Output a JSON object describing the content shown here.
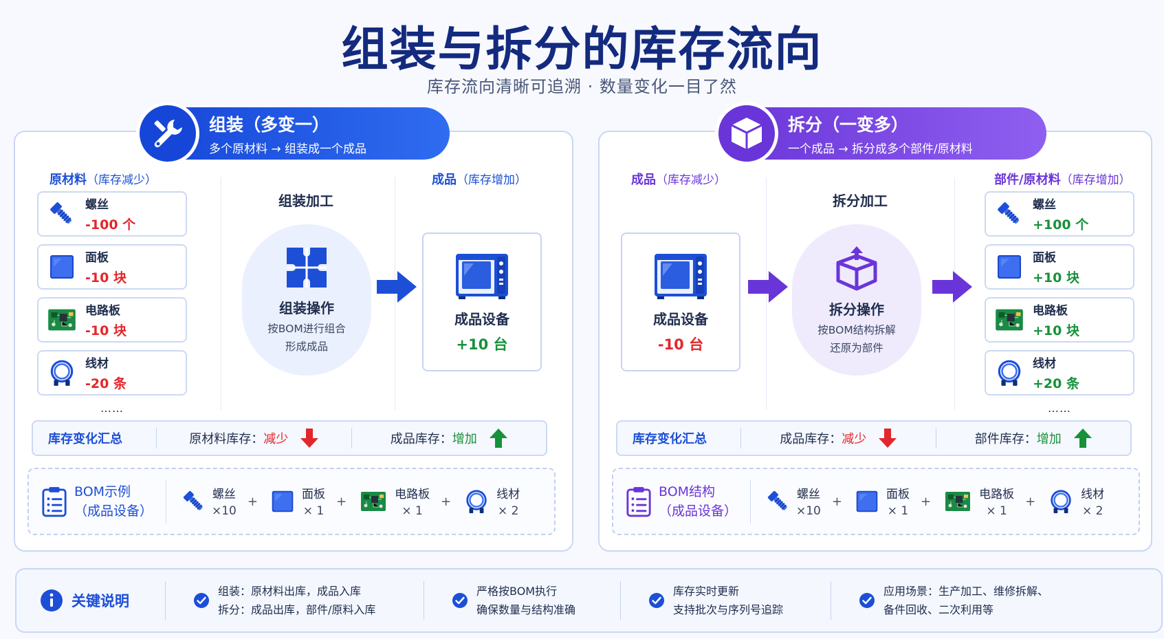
{
  "title": "组装与拆分的库存流向",
  "subtitle": "库存流向清晰可追溯 · 数量变化一目了然",
  "colors": {
    "blue": "#1c4fd6",
    "purple": "#6a35d8",
    "red": "#e3262b",
    "green": "#17913a"
  },
  "assembly": {
    "header_title": "组装（多变一）",
    "header_sub": "多个原材料 → 组装成一个成品",
    "col_left_main": "原材料",
    "col_left_note": "（库存减少）",
    "col_mid": "组装加工",
    "col_right_main": "成品",
    "col_right_note": "（库存增加）",
    "materials": [
      {
        "name": "螺丝",
        "qty": "-100 个",
        "icon": "screw-icon"
      },
      {
        "name": "面板",
        "qty": "-10 块",
        "icon": "panel-icon"
      },
      {
        "name": "电路板",
        "qty": "-10 块",
        "icon": "circuit-board-icon"
      },
      {
        "name": "线材",
        "qty": "-20 条",
        "icon": "cable-icon"
      }
    ],
    "more": "……",
    "process_name": "组装操作",
    "process_desc1": "按BOM进行组合",
    "process_desc2": "形成成品",
    "product_name": "成品设备",
    "product_qty": "+10 台",
    "summary_label": "库存变化汇总",
    "summary_left": "原材料库存：",
    "summary_left_val": "减少",
    "summary_right": "成品库存：",
    "summary_right_val": "增加",
    "bom_label1": "BOM示例",
    "bom_label2": "（成品设备）",
    "bom_items": [
      {
        "name": "螺丝",
        "count": "×10"
      },
      {
        "name": "面板",
        "count": "× 1"
      },
      {
        "name": "电路板",
        "count": "× 1"
      },
      {
        "name": "线材",
        "count": "× 2"
      }
    ]
  },
  "disassembly": {
    "header_title": "拆分（一变多）",
    "header_sub": "一个成品 → 拆分成多个部件/原材料",
    "col_left_main": "成品",
    "col_left_note": "（库存减少）",
    "col_mid": "拆分加工",
    "col_right_main": "部件/原材料",
    "col_right_note": "（库存增加）",
    "product_name": "成品设备",
    "product_qty": "-10 台",
    "process_name": "拆分操作",
    "process_desc1": "按BOM结构拆解",
    "process_desc2": "还原为部件",
    "parts": [
      {
        "name": "螺丝",
        "qty": "+100 个",
        "icon": "screw-icon"
      },
      {
        "name": "面板",
        "qty": "+10 块",
        "icon": "panel-icon"
      },
      {
        "name": "电路板",
        "qty": "+10 块",
        "icon": "circuit-board-icon"
      },
      {
        "name": "线材",
        "qty": "+20 条",
        "icon": "cable-icon"
      }
    ],
    "more": "……",
    "summary_label": "库存变化汇总",
    "summary_left": "成品库存：",
    "summary_left_val": "减少",
    "summary_right": "部件库存：",
    "summary_right_val": "增加",
    "bom_label1": "BOM结构",
    "bom_label2": "（成品设备）",
    "bom_items": [
      {
        "name": "螺丝",
        "count": "×10"
      },
      {
        "name": "面板",
        "count": "× 1"
      },
      {
        "name": "电路板",
        "count": "× 1"
      },
      {
        "name": "线材",
        "count": "× 2"
      }
    ]
  },
  "footer": {
    "key_label": "关键说明",
    "notes": [
      [
        "组装：原材料出库，成品入库",
        "拆分：成品出库，部件/原料入库"
      ],
      [
        "严格按BOM执行",
        "确保数量与结构准确"
      ],
      [
        "库存实时更新",
        "支持批次与序列号追踪"
      ],
      [
        "应用场景：生产加工、维修拆解、",
        "备件回收、二次利用等"
      ]
    ]
  }
}
